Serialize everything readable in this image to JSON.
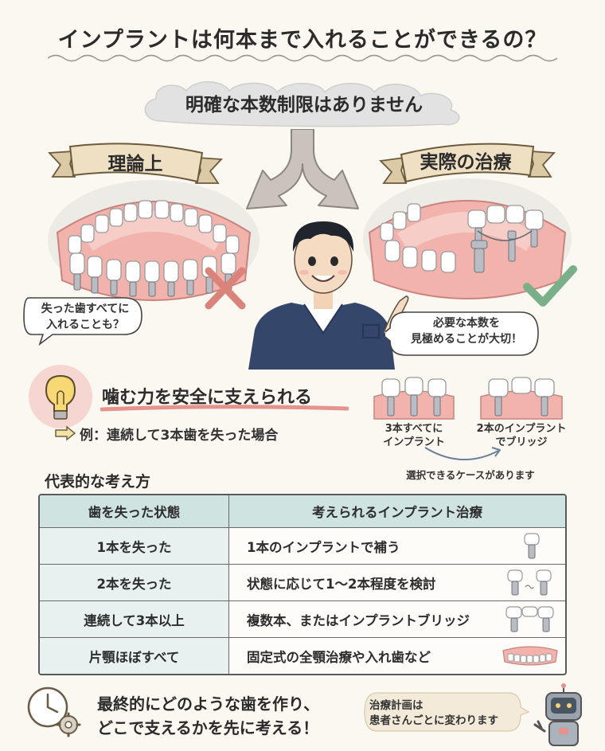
{
  "title": "インプラントは何本まで入れることができるの？",
  "banner": "明確な本数制限はありません",
  "left_ribbon": "理論上",
  "right_ribbon": "実際の治療",
  "left_bubble": [
    "失った歯すべてに",
    "入れることも？"
  ],
  "right_bubble": [
    "必要な本数を",
    "見極めることが大切！"
  ],
  "main_point": "噛む力を安全に支えられる",
  "example": "例：連続して3本歯を失った場合",
  "option_a": [
    "3本すべてに",
    "インプラント"
  ],
  "option_b": [
    "2本のインプラント",
    "でブリッジ"
  ],
  "choice_note": "選択できるケースがあります",
  "table_heading": "代表的な考え方",
  "table": {
    "headers": [
      "歯を失った状態",
      "考えられるインプラント治療"
    ],
    "rows": [
      {
        "state": "1本を失った",
        "treatment": "1本のインプラントで補う",
        "icon": "single-implant-icon"
      },
      {
        "state": "2本を失った",
        "treatment": "状態に応じて1〜2本程度を検討",
        "icon": "two-implants-icon"
      },
      {
        "state": "連続して3本以上",
        "treatment": "複数本、またはインプラントブリッジ",
        "icon": "implant-bridge-icon"
      },
      {
        "state": "片顎ほぼすべて",
        "treatment": "固定式の全顎治療や入れ歯など",
        "icon": "full-arch-denture-icon"
      }
    ]
  },
  "conclusion": [
    "最終的にどのような歯を作り、",
    "どこで支えるかを先に考える！"
  ],
  "footer_bubble": [
    "治療計画は",
    "患者さんごとに変わります"
  ],
  "colors": {
    "cross": "#d9837a",
    "check": "#7ab089",
    "header_bg": "#cfe3e0",
    "row_bg": "#e8f1ef",
    "gum": "#f2b3ad",
    "ribbon": "#efe0c3",
    "scrubs": "#34466a"
  }
}
